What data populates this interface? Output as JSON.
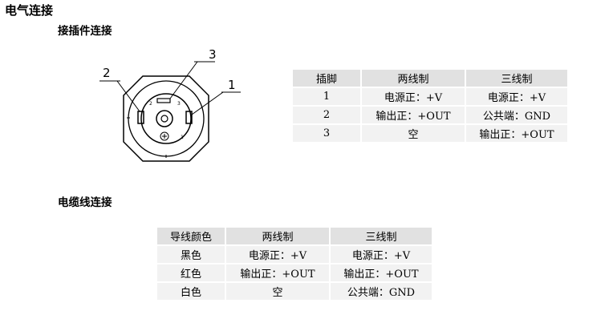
{
  "title": "电气连接",
  "connector_section": {
    "heading": "接插件连接",
    "callouts": [
      "2",
      "3",
      "1"
    ],
    "pin_table": {
      "headers": [
        "插脚",
        "两线制",
        "三线制"
      ],
      "rows": [
        [
          "1",
          "电源正：+V",
          "电源正：+V"
        ],
        [
          "2",
          "输出正：+OUT",
          "公共端：GND"
        ],
        [
          "3",
          "空",
          "输出正：+OUT"
        ]
      ]
    }
  },
  "cable_section": {
    "heading": "电缆线连接",
    "wire_table": {
      "headers": [
        "导线颜色",
        "两线制",
        "三线制"
      ],
      "rows": [
        [
          "黑色",
          "电源正：+V",
          "电源正：+V"
        ],
        [
          "红色",
          "输出正：+OUT",
          "输出正：+OUT"
        ],
        [
          "白色",
          "空",
          "公共端：GND"
        ]
      ]
    }
  },
  "colors": {
    "header_cell": "#e1e1e1",
    "body_cell": "#f2f2f2",
    "line": "#000000"
  }
}
